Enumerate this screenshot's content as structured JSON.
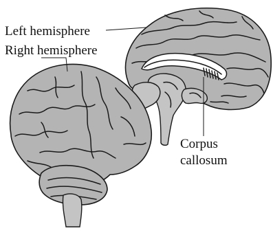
{
  "labels": {
    "left_hemisphere": "Left hemisphere",
    "right_hemisphere": "Right hemisphere",
    "corpus_line1": "Corpus",
    "corpus_line2": "callosum"
  },
  "colors": {
    "brain_fill": "#b4b4b4",
    "outline": "#1a1a1a",
    "background": "#ffffff"
  }
}
